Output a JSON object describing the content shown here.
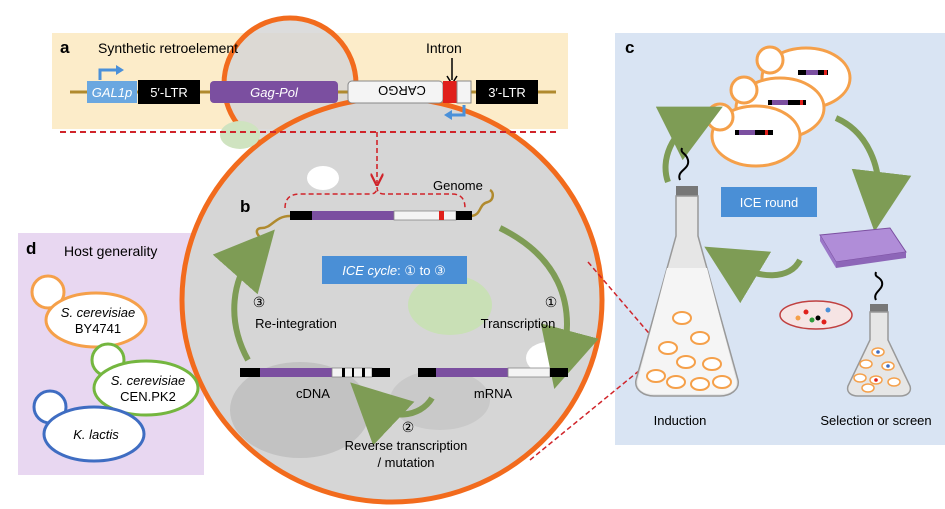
{
  "panel_a": {
    "letter": "a",
    "title": "Synthetic retroelement",
    "intron_label": "Intron",
    "promoter": "GAL1p",
    "ltr5": "5′-LTR",
    "gagpol": "Gag-Pol",
    "cargo": "CARGO",
    "ltr3": "3′-LTR"
  },
  "panel_b": {
    "letter": "b",
    "genome_label": "Genome",
    "ice_cycle_prefix": "ICE cycle",
    "ice_cycle_suffix": ": ① to ③",
    "step1_number": "①",
    "step1_label": "Transcription",
    "step2_number": "②",
    "step2_label_line1": "Reverse transcription",
    "step2_label_line2": "/ mutation",
    "step3_number": "③",
    "step3_label": "Re-integration",
    "cdna_label": "cDNA",
    "mrna_label": "mRNA"
  },
  "panel_c": {
    "letter": "c",
    "ice_round": "ICE round",
    "induction": "Induction",
    "selection": "Selection or screen"
  },
  "panel_d": {
    "letter": "d",
    "title": "Host generality",
    "host1_line1": "S. cerevisiae",
    "host1_line2": "BY4741",
    "host2_line1": "S. cerevisiae",
    "host2_line2": "CEN.PK2",
    "host3": "K. lactis"
  },
  "colors": {
    "panel_a_bg": "#fcecc9",
    "panel_c_bg": "#d9e4f3",
    "panel_d_bg": "#e8d7f1",
    "cell_fill": "#d6d6d6",
    "cell_outline": "#f26b1d",
    "gagpol": "#7b4fa0",
    "promoter": "#4a90d9",
    "intron": "#e0201b",
    "arrow_green": "#7e9c55",
    "ice_box": "#3f86d0",
    "dashed_red": "#d0242a",
    "host_orange": "#f5a04a",
    "host_green": "#74b63f",
    "host_blue": "#3f6dc2"
  }
}
